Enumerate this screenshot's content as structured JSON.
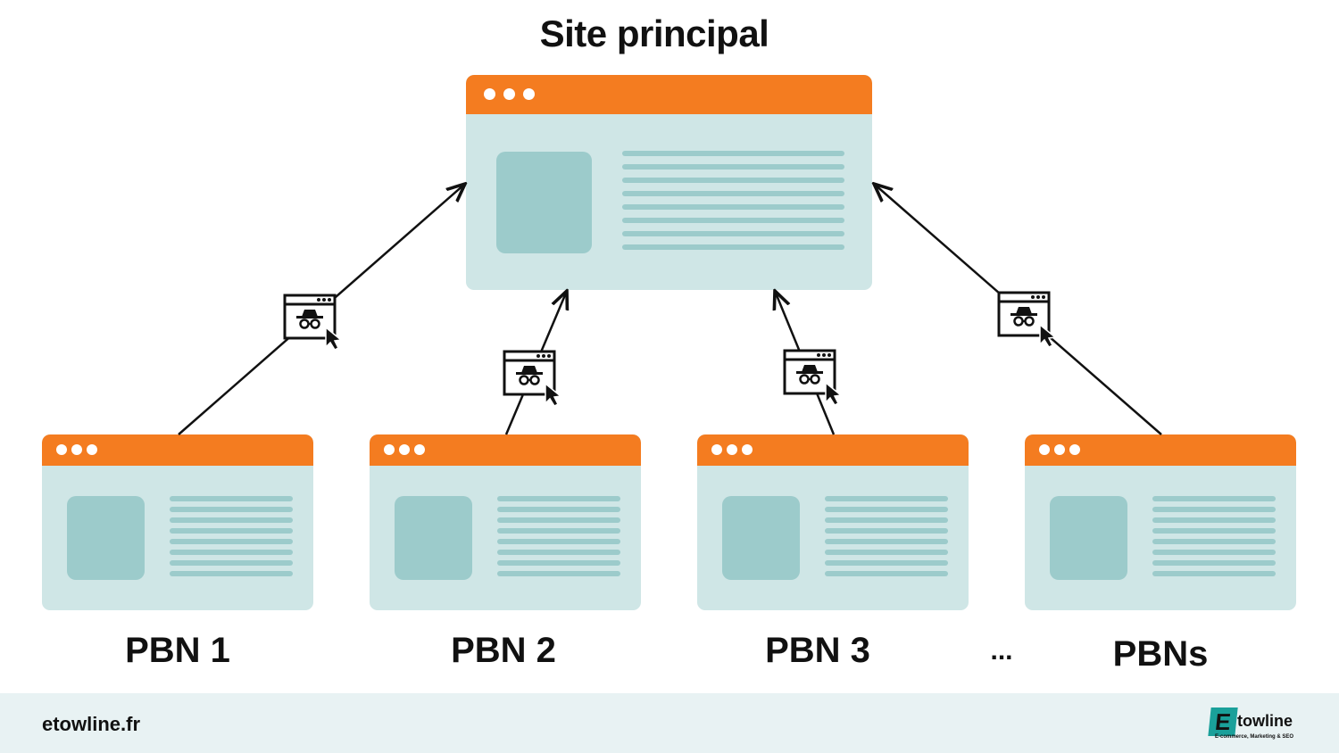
{
  "diagram": {
    "title": "Site principal",
    "main_site": {
      "name": "main-site-window"
    },
    "satellites": [
      {
        "label": "PBN 1"
      },
      {
        "label": "PBN 2"
      },
      {
        "label": "PBN 3"
      },
      {
        "label": "PBNs"
      }
    ],
    "ellipsis": "...",
    "link_icon": "incognito-link-icon",
    "colors": {
      "window_bar": "#f47c20",
      "window_body": "#cfe6e6",
      "window_content": "#9ccbcb",
      "footer_bg": "#e8f2f3",
      "logo_accent": "#1aa09a"
    }
  },
  "footer": {
    "site": "etowline.fr",
    "logo": {
      "letter": "E",
      "word": "towline",
      "tagline": "E-commerce, Marketing & SEO"
    }
  }
}
